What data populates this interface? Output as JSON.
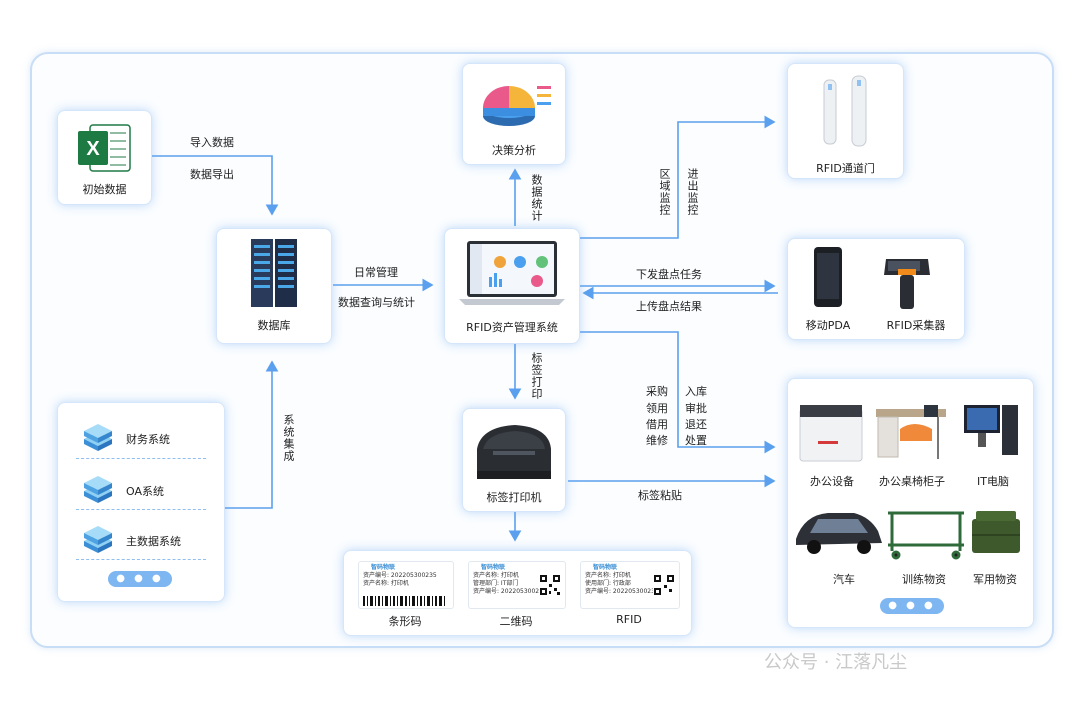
{
  "nodes": {
    "initial_data": "初始数据",
    "database": "数据库",
    "decision": "决策分析",
    "rfid_system": "RFID资产管理系统",
    "rfid_gate": "RFID通道门",
    "mobile_pda": "移动PDA",
    "rfid_collector": "RFID采集器",
    "label_printer": "标签打印机",
    "external_systems": [
      "财务系统",
      "OA系统",
      "主数据系统"
    ],
    "labels": [
      "条形码",
      "二维码",
      "RFID"
    ],
    "assets": [
      "办公设备",
      "办公桌椅柜子",
      "IT电脑",
      "汽车",
      "训练物资",
      "军用物资"
    ],
    "more": "● ● ● ●"
  },
  "edges": {
    "import": "导入数据",
    "export": "数据导出",
    "daily": "日常管理",
    "query": "数据查询与统计",
    "stats": "数据统计",
    "system_integration": "系统集成",
    "area_monitor": "区域监控",
    "inout_monitor": "进出监控",
    "issue_task": "下发盘点任务",
    "upload_result": "上传盘点结果",
    "label_print": "标签打印",
    "ops_left": [
      "采购",
      "领用",
      "借用",
      "维修"
    ],
    "ops_right": [
      "入库",
      "审批",
      "退还",
      "处置"
    ],
    "paste": "标签粘贴"
  },
  "tag_cards": {
    "company": "智码物联",
    "barcode_lines": [
      "资产编号: 202205300235",
      "资产名称: 打印机"
    ],
    "qr_lines": [
      "资产名称: 打印机",
      "管理部门: IT部门",
      "资产编号: 202205300235"
    ],
    "rfid_lines": [
      "资产名称: 打印机",
      "使用部门: 行政部",
      "资产编号: 202205300235"
    ]
  },
  "watermark": "公众号 · 江落凡尘",
  "colors": {
    "accent": "#5aa0ee",
    "arrow": "#5aa0ee",
    "frame": "#c8ddf6"
  }
}
